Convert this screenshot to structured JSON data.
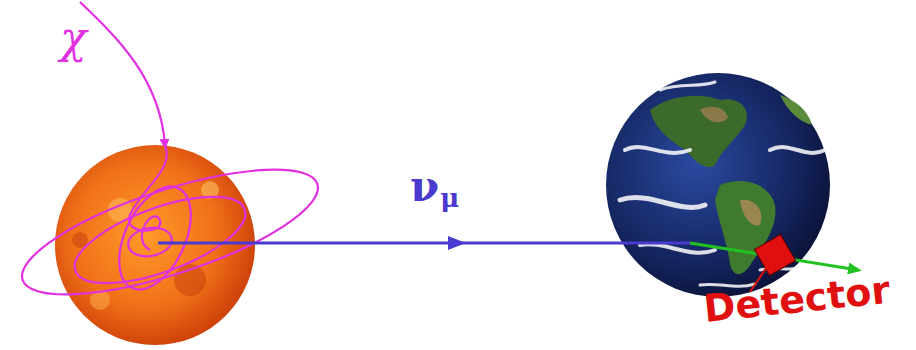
{
  "diagram": {
    "labels": [
      "χ",
      "ν",
      "μ",
      "Detector"
    ]
  }
}
